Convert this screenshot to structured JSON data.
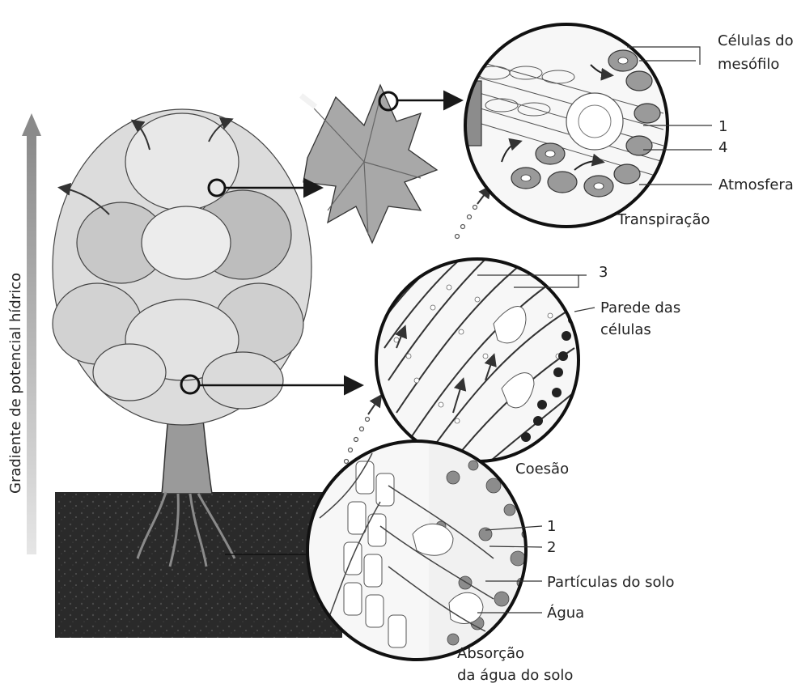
{
  "axis": {
    "label": "Gradiente de potencial hídrico"
  },
  "leaf_panel": {
    "labels": {
      "mesophyll_line1": "Células do",
      "mesophyll_line2": "mesófilo",
      "num1": "1",
      "num4": "4",
      "atmosphere": "Atmosfera"
    },
    "caption": "Transpiração"
  },
  "stem_panel": {
    "labels": {
      "num3": "3",
      "walls_line1": "Parede das",
      "walls_line2": "células"
    },
    "caption": "Coesão"
  },
  "root_panel": {
    "labels": {
      "num1": "1",
      "num2": "2",
      "soil_particles": "Partículas do solo",
      "water": "Água"
    },
    "caption_line1": "Absorção",
    "caption_line2": "da água do solo"
  }
}
